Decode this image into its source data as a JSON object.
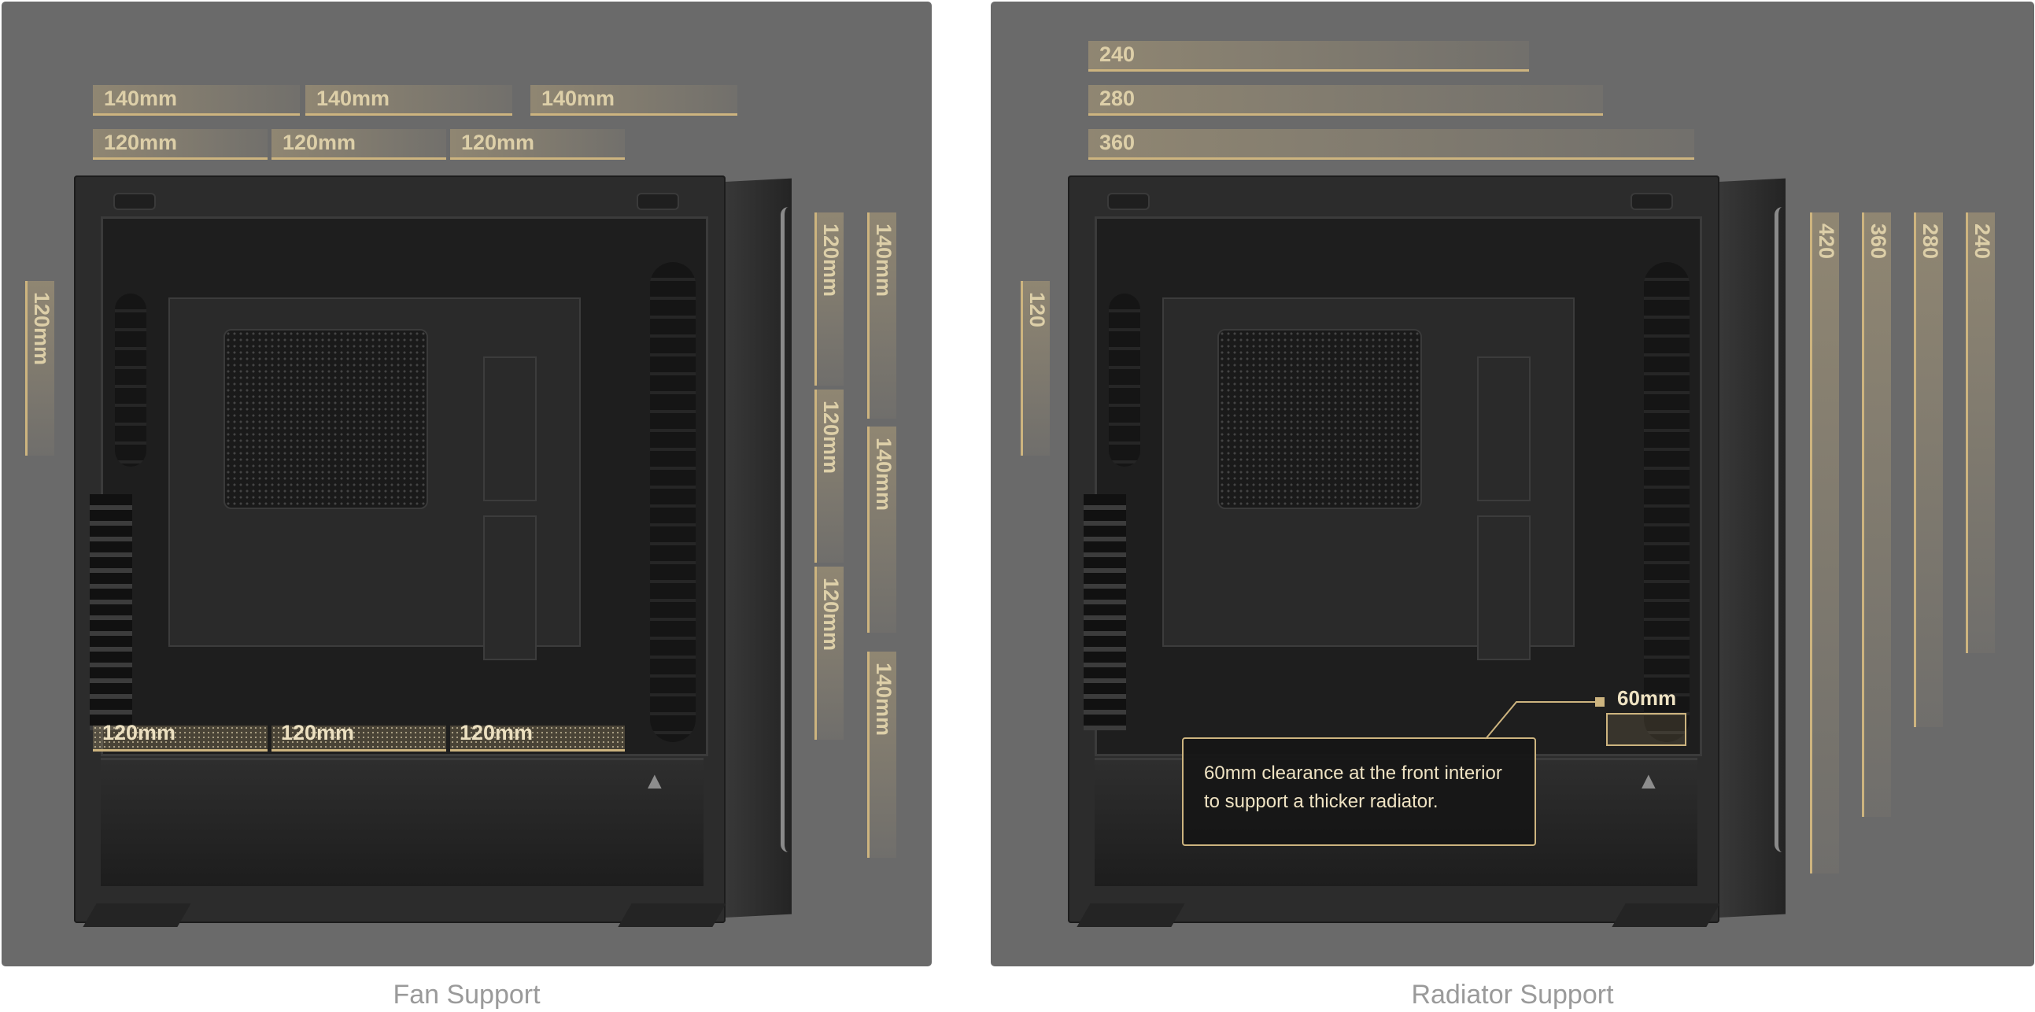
{
  "fan_panel": {
    "caption": "Fan Support",
    "top_row_140": [
      "140mm",
      "140mm",
      "140mm"
    ],
    "top_row_120": [
      "120mm",
      "120mm",
      "120mm"
    ],
    "rear": "120mm",
    "front_120": [
      "120mm",
      "120mm",
      "120mm"
    ],
    "front_140": [
      "140mm",
      "140mm",
      "140mm"
    ],
    "bottom": [
      "120mm",
      "120mm",
      "120mm"
    ]
  },
  "radiator_panel": {
    "caption": "Radiator Support",
    "top": [
      "240",
      "280",
      "360"
    ],
    "rear": "120",
    "front": [
      "420",
      "360",
      "280",
      "240"
    ],
    "clearance_tag": "60mm",
    "callout": {
      "line1": "60mm clearance at the front interior",
      "line2": "to support a thicker radiator."
    }
  },
  "colors": {
    "panel_background": "#6a6a6a",
    "accent_gold": "#cdb47f",
    "caption_gray": "#9a9a9a",
    "case_dark": "#2c2c2c"
  },
  "icons": {
    "logo": "case-brand-logo"
  }
}
